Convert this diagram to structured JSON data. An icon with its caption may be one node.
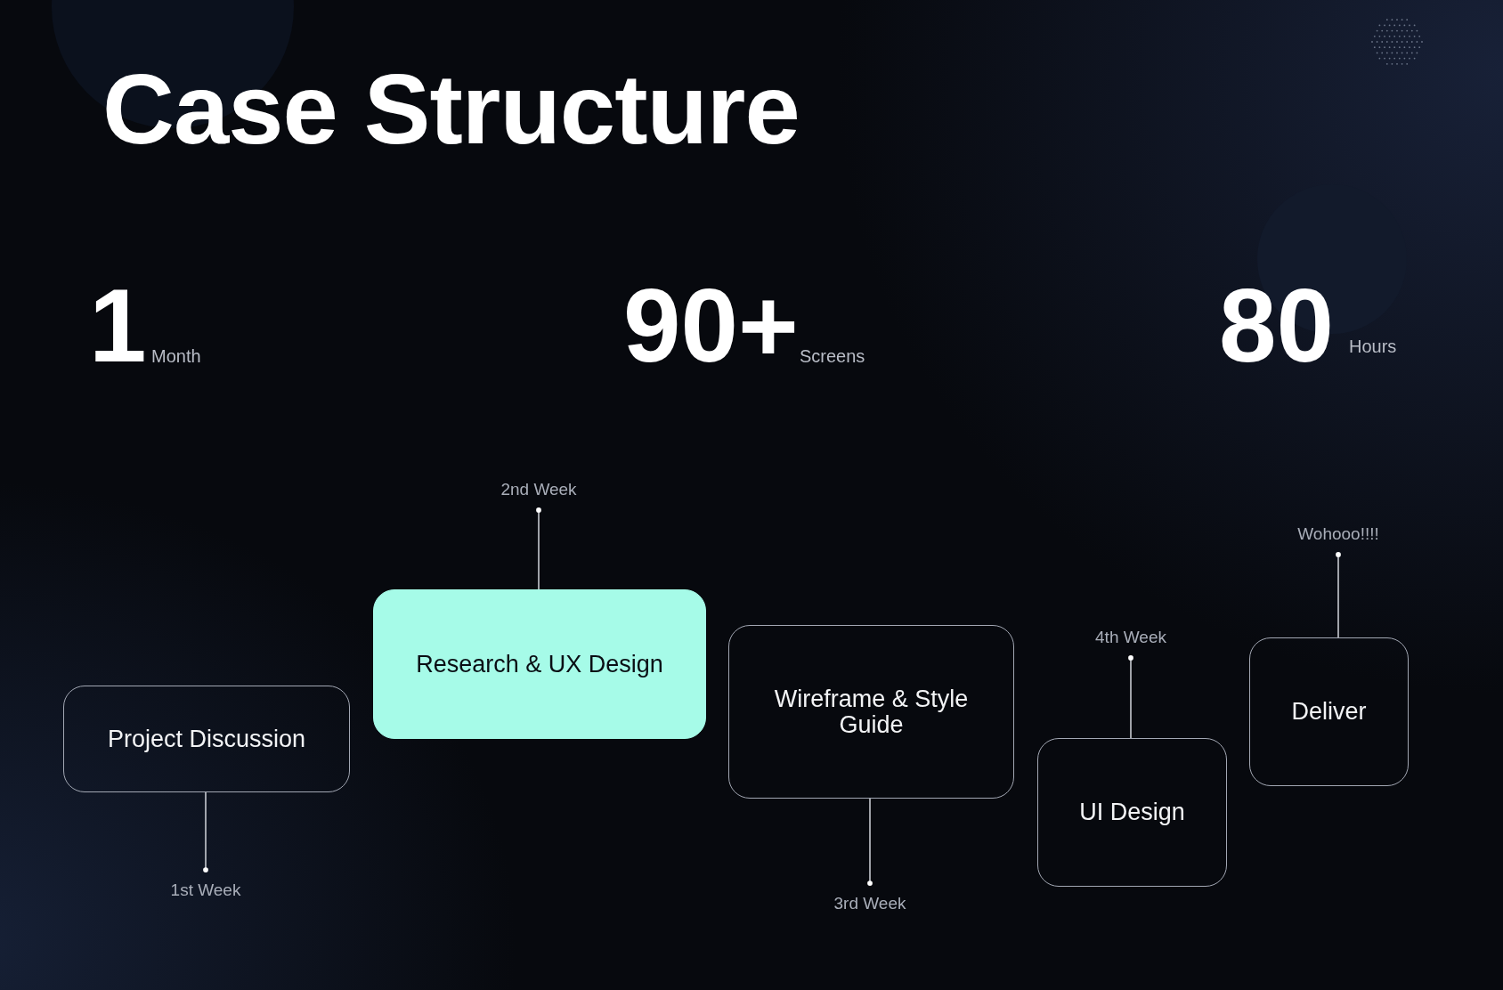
{
  "diagram": {
    "title": "Case Structure",
    "nodes": [
      {
        "text": [
          "Project Discussion"
        ]
      },
      {
        "text": [
          "1st Week"
        ]
      },
      {
        "text": [
          "Research & UX Design"
        ]
      },
      {
        "text": [
          "2nd Week"
        ]
      },
      {
        "text": [
          "Wireframe & Style Guide"
        ]
      },
      {
        "text": [
          "3rd Week"
        ]
      },
      {
        "text": [
          "UI Design"
        ]
      },
      {
        "text": [
          "4th Week"
        ]
      },
      {
        "text": [
          "Deliver"
        ]
      },
      {
        "text": [
          "Wohooo!!!!"
        ]
      }
    ],
    "edges": [
      {
        "from": 1,
        "to": 0,
        "arrow": "other"
      },
      {
        "from": 3,
        "to": 2,
        "arrow": "other"
      },
      {
        "from": 5,
        "to": 4,
        "arrow": "other"
      },
      {
        "from": 7,
        "to": 6,
        "arrow": "other"
      },
      {
        "from": 9,
        "to": 8,
        "arrow": "other"
      }
    ],
    "labels": [
      "1",
      "Month",
      "90+",
      "Screens",
      "80",
      "Hours"
    ]
  }
}
